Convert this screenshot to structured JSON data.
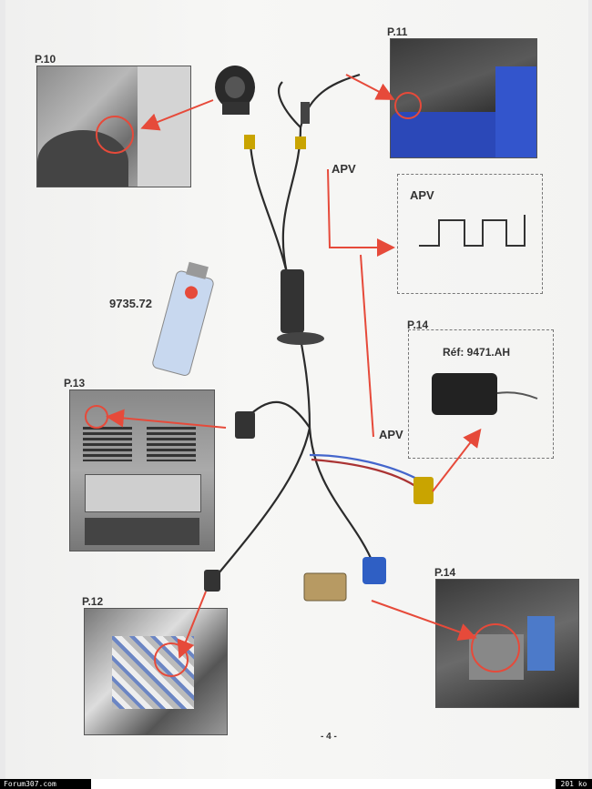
{
  "labels": {
    "p10": "P.10",
    "p11": "P.11",
    "p12": "P.12",
    "p13": "P.13",
    "p14_top": "P.14",
    "p14_bottom": "P.14",
    "apv_wire": "APV",
    "apv_box": "APV",
    "apv_lower": "APV",
    "part_number": "9735.72",
    "ref": "Réf: 9471.AH",
    "page_number": "- 4 -"
  },
  "footer": {
    "site": "Forum307.com",
    "size": "201 ko"
  },
  "colors": {
    "arrow": "#e64a3a",
    "wire": "#2b2b2b",
    "dash": "#777777"
  },
  "icons": [
    "siren-icon",
    "aerosol-can-icon",
    "wiring-harness-icon",
    "module-box-icon",
    "connector-icon"
  ]
}
